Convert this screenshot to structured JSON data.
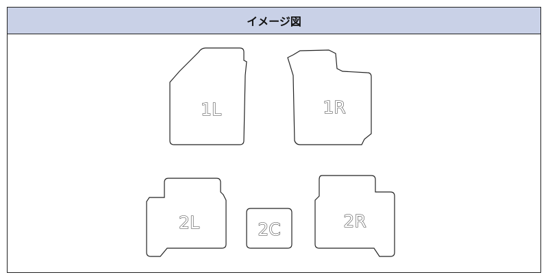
{
  "header": {
    "title": "イメージ図"
  },
  "mats": {
    "front_left": "1L",
    "front_right": "1R",
    "rear_left": "2L",
    "rear_center": "2C",
    "rear_right": "2R"
  }
}
